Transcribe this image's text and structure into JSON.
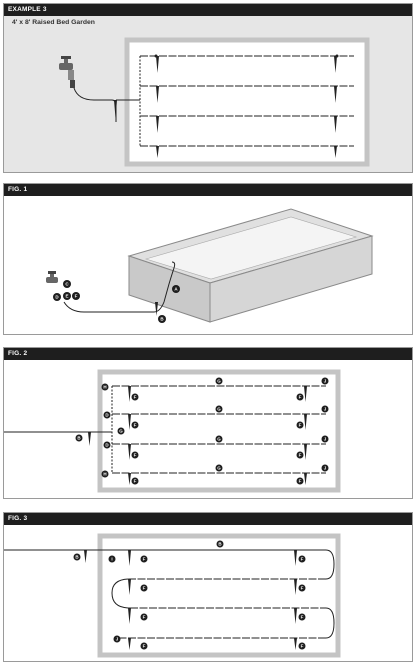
{
  "panels": {
    "example3": {
      "title": "EXAMPLE 3",
      "subtitle": "4' x 8' Raised Bed Garden"
    },
    "fig1": {
      "title": "FIG. 1"
    },
    "fig2": {
      "title": "FIG. 2"
    },
    "fig3": {
      "title": "FIG. 3"
    }
  },
  "callouts": {
    "fig1": [
      "A",
      "B",
      "C",
      "D",
      "E",
      "F"
    ],
    "fig2": [
      "B",
      "D",
      "F",
      "G",
      "H",
      "J"
    ],
    "fig3": [
      "B",
      "F",
      "I",
      "J"
    ]
  },
  "colors": {
    "header": "#1e1e1e",
    "bed_frame": "#c8c8c8",
    "callout": "#1e1e1e",
    "panel_bg": "#e6e6e6"
  }
}
